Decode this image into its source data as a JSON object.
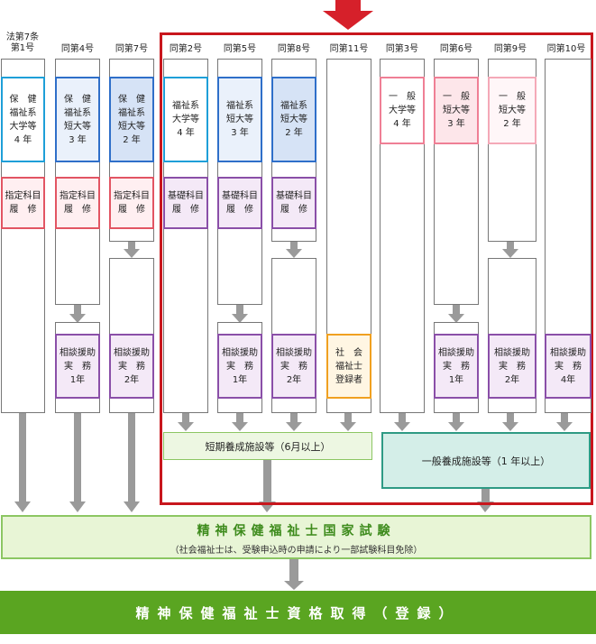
{
  "columns": [
    {
      "header": "法第7条\n第1号",
      "school": "保　健\n福祉系\n大学等\n4 年",
      "study": "指定科目\n履　修",
      "practice": ""
    },
    {
      "header": "同第4号",
      "school": "保　健\n福祉系\n短大等\n3 年",
      "study": "指定科目\n履　修",
      "practice": "相談援助\n実　務\n1年"
    },
    {
      "header": "同第7号",
      "school": "保　健\n福祉系\n短大等\n2 年",
      "study": "指定科目\n履　修",
      "practice": "相談援助\n実　務\n2年"
    },
    {
      "header": "同第2号",
      "school": "福祉系\n大学等\n4 年",
      "study": "基礎科目\n履　修",
      "practice": ""
    },
    {
      "header": "同第5号",
      "school": "福祉系\n短大等\n3 年",
      "study": "基礎科目\n履　修",
      "practice": "相談援助\n実　務\n1年"
    },
    {
      "header": "同第8号",
      "school": "福祉系\n短大等\n2 年",
      "study": "基礎科目\n履　修",
      "practice": "相談援助\n実　務\n2年"
    },
    {
      "header": "同第11号",
      "school": "",
      "study": "",
      "practice": "社　会\n福祉士\n登録者"
    },
    {
      "header": "同第3号",
      "school": "一　般\n大学等\n4 年",
      "study": "",
      "practice": ""
    },
    {
      "header": "同第6号",
      "school": "一　般\n短大等\n3 年",
      "study": "",
      "practice": "相談援助\n実　務\n1年"
    },
    {
      "header": "同第9号",
      "school": "一　般\n短大等\n2 年",
      "study": "",
      "practice": "相談援助\n実　務\n2年"
    },
    {
      "header": "同第10号",
      "school": "",
      "study": "",
      "practice": "相談援助\n実　務\n4年"
    }
  ],
  "short_training": "短期養成施設等（6月以上）",
  "general_training": "一般養成施設等（1 年以上）",
  "exam": {
    "title": "精神保健福祉士国家試験",
    "note": "（社会福祉士は、受験申込時の申請により一部試験科目免除）"
  },
  "qualification": "精神保健福祉士資格取得（登録）",
  "colors": {
    "frame_red": "#c8161d",
    "arrow_gray": "#999999",
    "exam_green": "#3d8b1c",
    "qual_green": "#5aa521"
  }
}
